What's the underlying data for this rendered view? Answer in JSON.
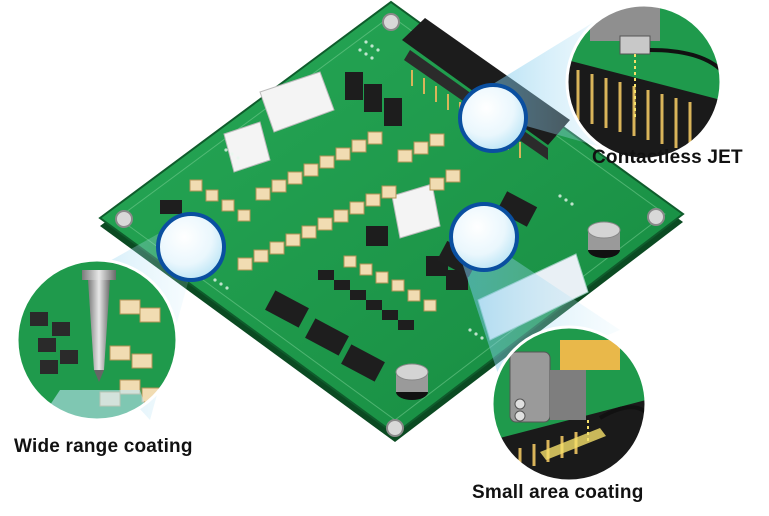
{
  "callouts": {
    "wide_range": "Wide range coating",
    "small_area": "Small area coating",
    "contactless": "Contactless JET"
  },
  "colors": {
    "board": "#1f9a4c",
    "board_edge": "#0f5c2c",
    "silkscreen": "#ffffff",
    "chip": "#1e1e1e",
    "component_body": "#f1dcb2",
    "pin": "#d9b45a",
    "beam": "#9ed7f0"
  },
  "icons": {
    "lens_markers": [
      "lens-marker-left",
      "lens-marker-top",
      "lens-marker-center"
    ],
    "nozzle": "coating-nozzle-icon"
  }
}
